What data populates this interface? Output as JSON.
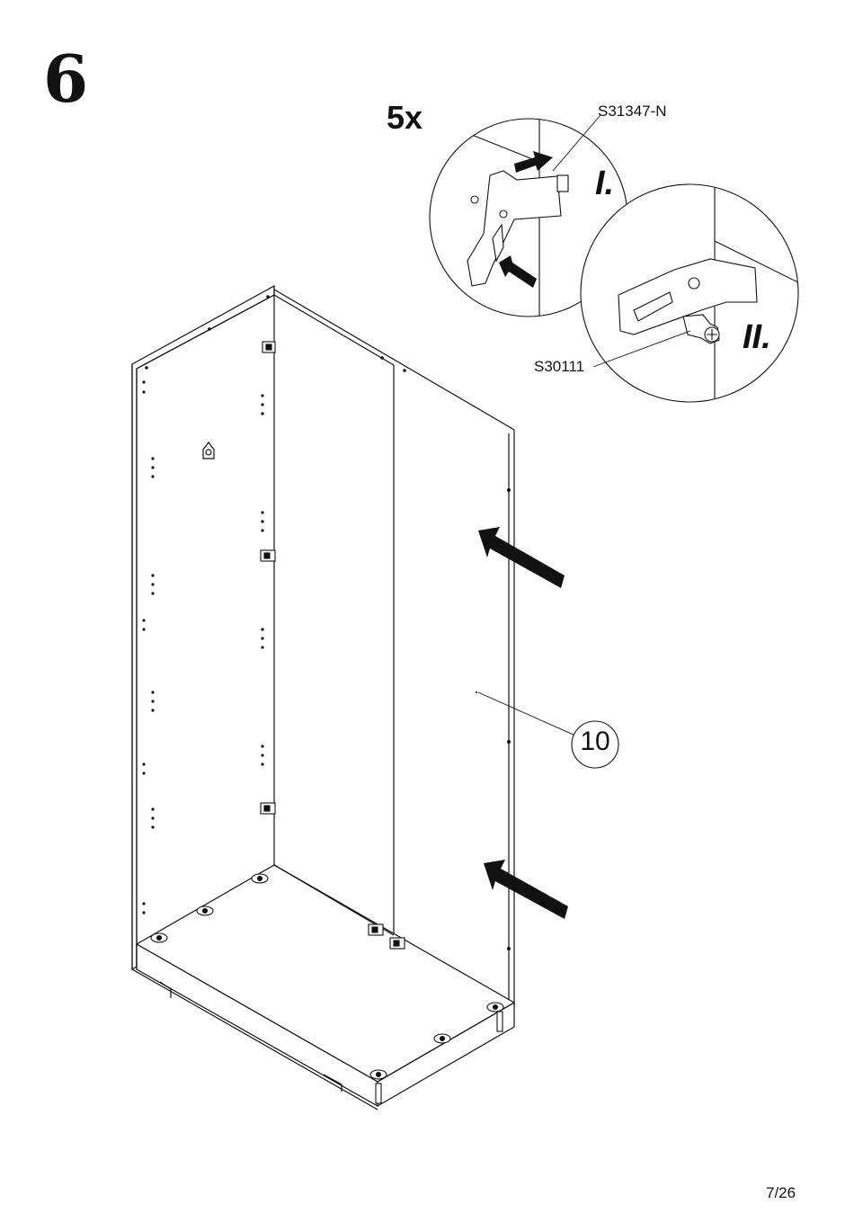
{
  "step": {
    "number": "6"
  },
  "quantity": "5x",
  "details": [
    {
      "numeral": "I.",
      "part_code": "S31347-N"
    },
    {
      "numeral": "II.",
      "part_code": "S30111"
    }
  ],
  "part_callout": {
    "number": "10"
  },
  "footer": {
    "page": "7/26"
  }
}
